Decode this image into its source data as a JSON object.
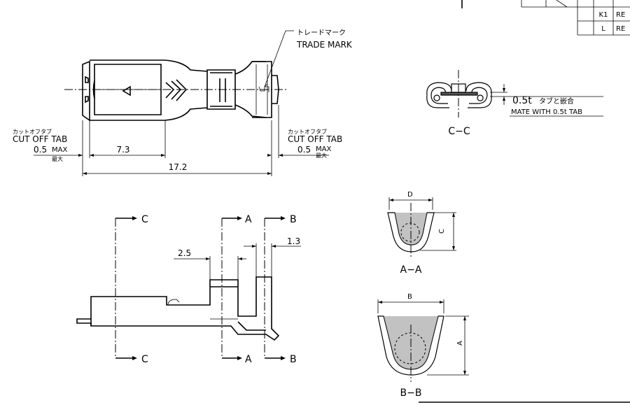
{
  "trade_mark": {
    "jp": "トレードマーク",
    "en": "TRADE MARK"
  },
  "cut_off_tab_left": {
    "jp": "カットオフタブ",
    "en": "CUT OFF TAB",
    "dim": "0.5",
    "max": "MAX",
    "max_jp": "最大"
  },
  "cut_off_tab_right": {
    "jp": "カットオフタブ",
    "en": "CUT OFF TAB",
    "dim": "0.5",
    "max": "MAX",
    "max_jp": "最大"
  },
  "dims": {
    "d73": "7.3",
    "d172": "17.2",
    "d25": "2.5",
    "d13": "1.3"
  },
  "section_letters": {
    "c": "C",
    "a": "A",
    "b": "B",
    "d": "D"
  },
  "section_labels": {
    "cc": "C−C",
    "aa": "A−A",
    "bb": "B−B"
  },
  "mate": {
    "thickness": "0.5t",
    "jp": "タブと嵌合",
    "en": "MATE WITH 0.5t TAB"
  },
  "title_table": {
    "rows": [
      [
        "K1",
        "RE"
      ],
      [
        "L",
        "RE"
      ]
    ]
  }
}
